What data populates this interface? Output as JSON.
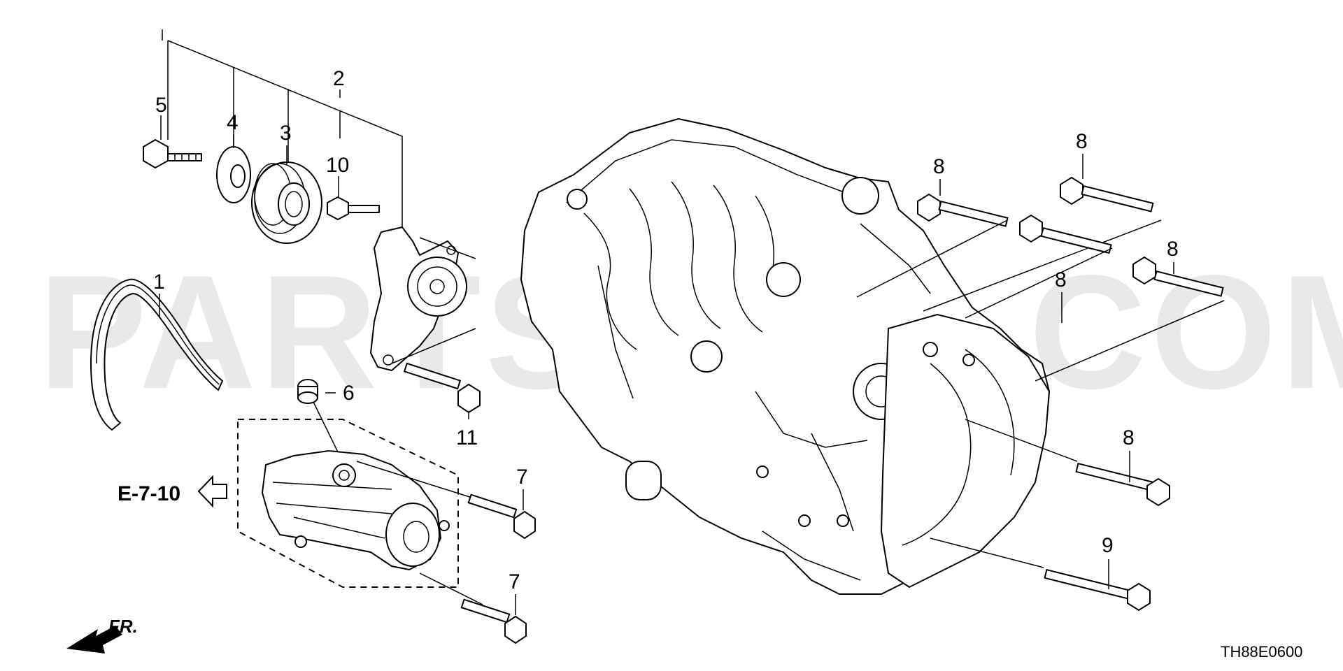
{
  "watermark": "PARTSOUQ.COM",
  "callouts": {
    "c1": "1",
    "c2": "2",
    "c3": "3",
    "c4": "4",
    "c5": "5",
    "c6": "6",
    "c7a": "7",
    "c7b": "7",
    "c8a": "8",
    "c8b": "8",
    "c8c": "8",
    "c8d": "8",
    "c8e": "8",
    "c9": "9",
    "c10": "10",
    "c11": "11"
  },
  "reference": "E-7-10",
  "front_marker": "FR.",
  "diagram_code": "TH88E0600"
}
